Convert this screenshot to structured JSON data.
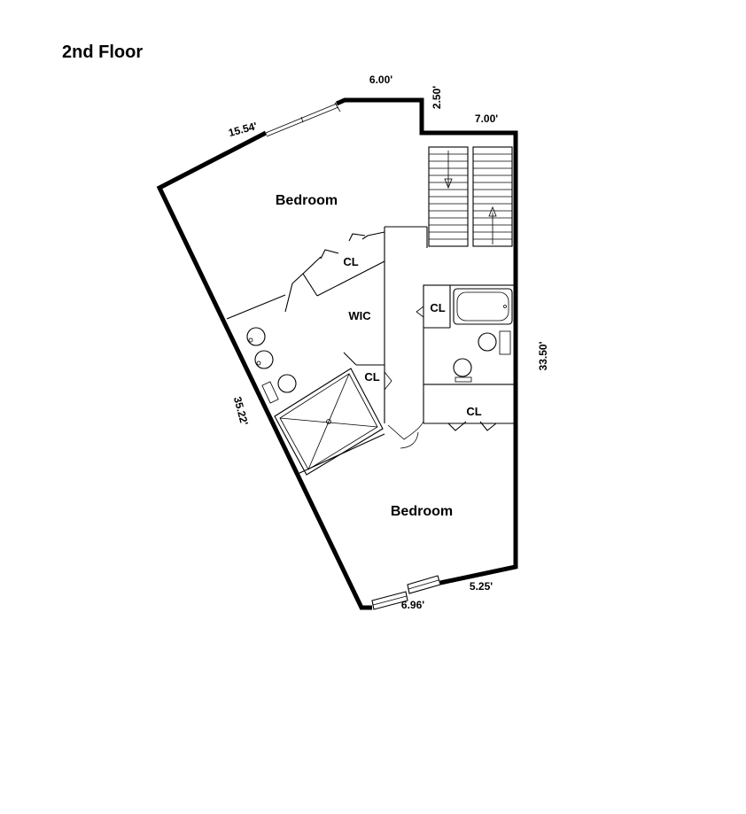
{
  "title": "2nd Floor",
  "rooms": {
    "bedroom_top": "Bedroom",
    "bedroom_bottom": "Bedroom",
    "closet_upper": "CL",
    "walk_in_closet": "WIC",
    "closet_shower": "CL",
    "closet_bath": "CL",
    "closet_hall": "CL"
  },
  "dimensions": {
    "top": "6.00'",
    "top_step": "2.50'",
    "stair_width": "7.00'",
    "upper_left": "15.54'",
    "left": "35.22'",
    "right": "33.50'",
    "bottom_left": "6.96'",
    "bottom_right": "5.25'"
  }
}
